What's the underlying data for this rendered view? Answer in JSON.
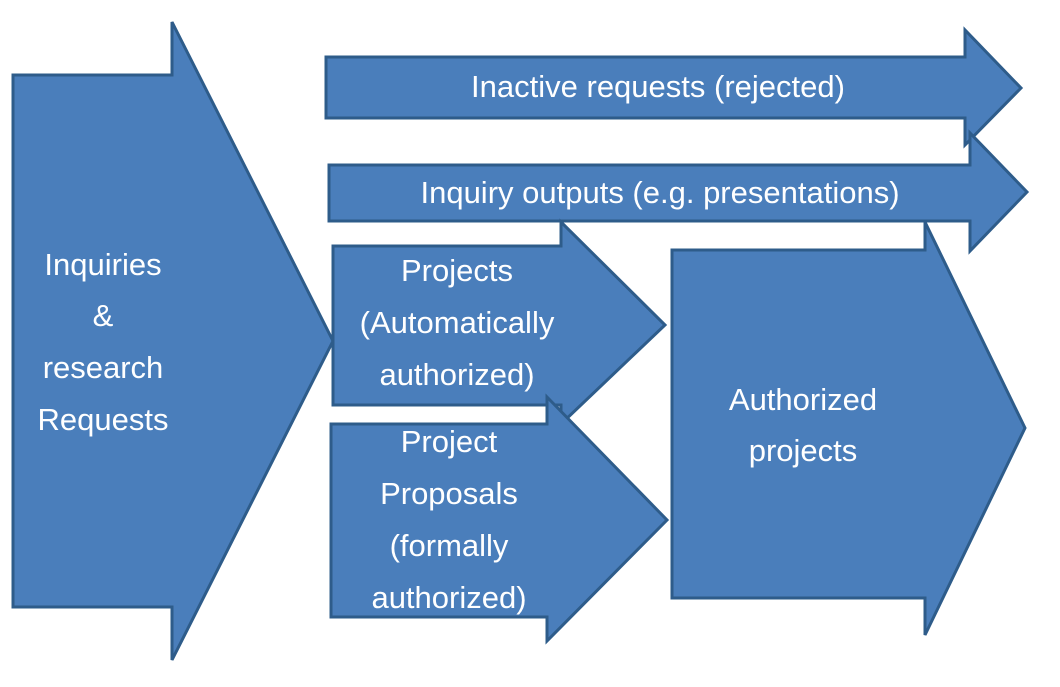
{
  "diagram": {
    "title": "Inquiries and research requests process flow",
    "type": "process-flow-arrows",
    "background_color": "#FFFFFF",
    "arrow_fill_color": "#4A7EBB",
    "arrow_border_color": "#2E5C8A",
    "label_text_color": "#FFFFFF",
    "shapes": [
      {
        "id": "inquiries-requests",
        "name": "inquiries-and-research-requests-arrow",
        "direction": "right",
        "lines": [
          "Inquiries",
          "&",
          "research",
          "Requests"
        ]
      },
      {
        "id": "inactive-requests",
        "name": "inactive-requests-arrow",
        "direction": "right",
        "lines": [
          "Inactive requests (rejected)"
        ]
      },
      {
        "id": "inquiry-outputs",
        "name": "inquiry-outputs-arrow",
        "direction": "right",
        "lines": [
          "Inquiry outputs (e.g. presentations)"
        ]
      },
      {
        "id": "projects-automatic",
        "name": "projects-automatically-authorized-arrow",
        "direction": "right",
        "lines": [
          "Projects",
          "(Automatically",
          "authorized)"
        ]
      },
      {
        "id": "project-proposals",
        "name": "project-proposals-formally-authorized-arrow",
        "direction": "right",
        "lines": [
          "Project",
          "Proposals",
          "(formally",
          "authorized)"
        ]
      },
      {
        "id": "authorized-projects",
        "name": "authorized-projects-arrow",
        "direction": "right",
        "lines": [
          "Authorized",
          "projects"
        ]
      }
    ]
  },
  "labels": {
    "inquiries": {
      "l1": "Inquiries",
      "l2": "&",
      "l3": "research",
      "l4": "Requests"
    },
    "inactive": {
      "l1": "Inactive requests (rejected)"
    },
    "outputs": {
      "l1": "Inquiry outputs (e.g. presentations)"
    },
    "projects_auto": {
      "l1": "Projects",
      "l2": "(Automatically",
      "l3": "authorized)"
    },
    "proposals": {
      "l1": "Project",
      "l2": "Proposals",
      "l3": "(formally",
      "l4": "authorized)"
    },
    "authorized": {
      "l1": "Authorized",
      "l2": "projects"
    }
  }
}
